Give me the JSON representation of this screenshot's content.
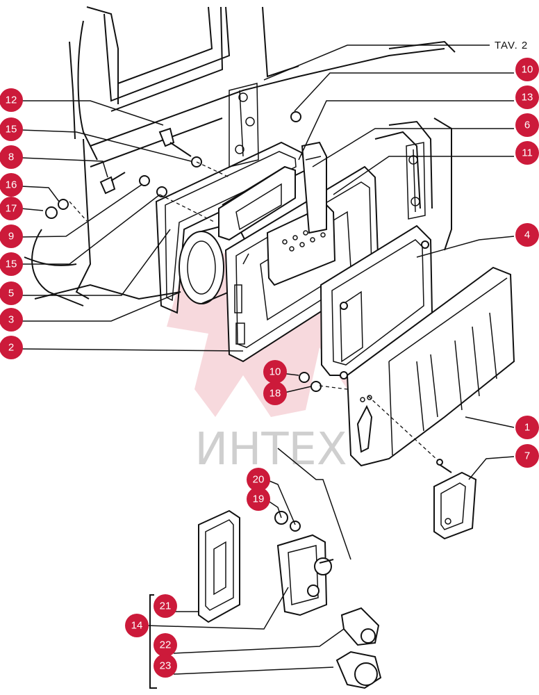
{
  "reference_label": "TAV. 2",
  "watermark": "ИНТЕХ",
  "colors": {
    "badge": "#cc1a3a",
    "ink": "#111111",
    "watermark": "#cfcfcf"
  },
  "callouts": [
    {
      "id": "c10a",
      "label": "10"
    },
    {
      "id": "c13",
      "label": "13"
    },
    {
      "id": "c6",
      "label": "6"
    },
    {
      "id": "c11",
      "label": "11"
    },
    {
      "id": "c4",
      "label": "4"
    },
    {
      "id": "c1",
      "label": "1"
    },
    {
      "id": "c7",
      "label": "7"
    },
    {
      "id": "c12",
      "label": "12"
    },
    {
      "id": "c15a",
      "label": "15"
    },
    {
      "id": "c8",
      "label": "8"
    },
    {
      "id": "c16",
      "label": "16"
    },
    {
      "id": "c17",
      "label": "17"
    },
    {
      "id": "c9",
      "label": "9"
    },
    {
      "id": "c15b",
      "label": "15"
    },
    {
      "id": "c5",
      "label": "5"
    },
    {
      "id": "c3",
      "label": "3"
    },
    {
      "id": "c2",
      "label": "2"
    },
    {
      "id": "c10b",
      "label": "10"
    },
    {
      "id": "c18",
      "label": "18"
    },
    {
      "id": "c20",
      "label": "20"
    },
    {
      "id": "c19",
      "label": "19"
    },
    {
      "id": "c21",
      "label": "21"
    },
    {
      "id": "c14",
      "label": "14"
    },
    {
      "id": "c22",
      "label": "22"
    },
    {
      "id": "c23",
      "label": "23"
    }
  ]
}
